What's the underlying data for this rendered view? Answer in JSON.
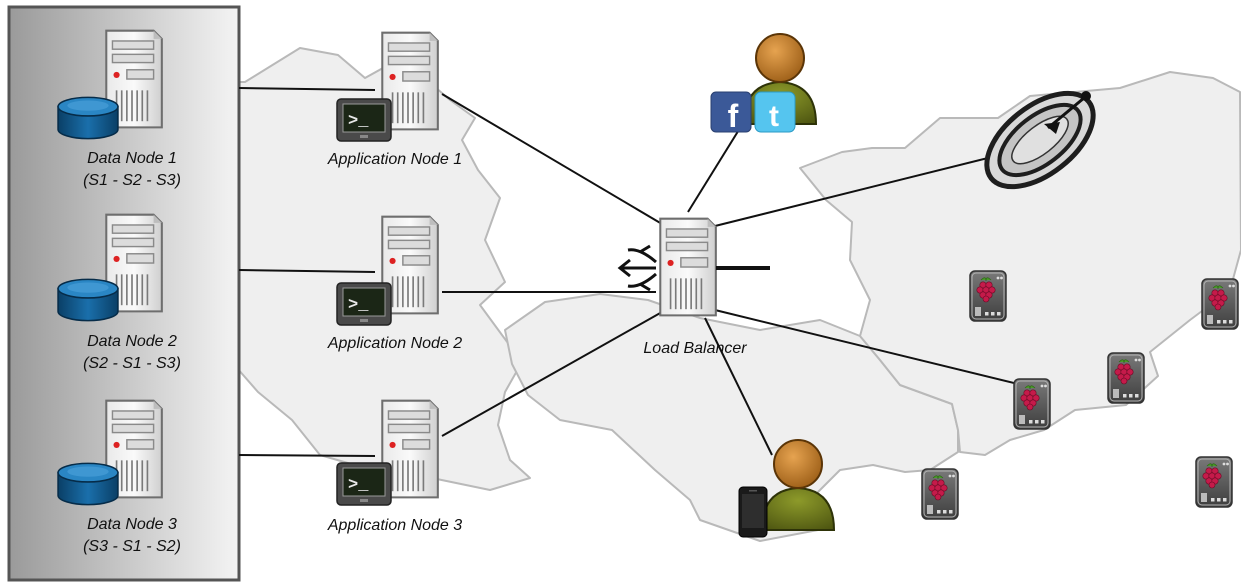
{
  "data_nodes": [
    {
      "name": "Data Node 1",
      "shards": "(S1 - S2 - S3)"
    },
    {
      "name": "Data Node 2",
      "shards": "(S2 - S1 - S3)"
    },
    {
      "name": "Data Node 3",
      "shards": "(S3 - S1 - S2)"
    }
  ],
  "app_nodes": [
    {
      "name": "Application Node 1"
    },
    {
      "name": "Application Node 2"
    },
    {
      "name": "Application Node 3"
    }
  ],
  "load_balancer": {
    "name": "Load Balancer"
  },
  "icons": {
    "server": "server-icon",
    "database": "database-icon",
    "terminal": "terminal-icon",
    "user": "user-icon",
    "facebook": "facebook-icon",
    "twitter": "twitter-icon",
    "satellite": "satellite-dish-icon",
    "raspberry": "raspberry-pi-icon",
    "smartphone": "smartphone-icon",
    "social_labels": {
      "facebook": "f",
      "twitter": "t"
    }
  },
  "colors": {
    "panel_gradient_start": "#9a9a9a",
    "panel_gradient_end": "#f4f4f4",
    "map_fill": "#efefef",
    "map_stroke": "#b9b9b9",
    "db_blue": "#0f5a8f",
    "user_head": "#c8822d",
    "user_body": "#6f7a1c",
    "facebook": "#3b5998",
    "twitter": "#55c5ef",
    "raspberry": "#c51a4a"
  }
}
